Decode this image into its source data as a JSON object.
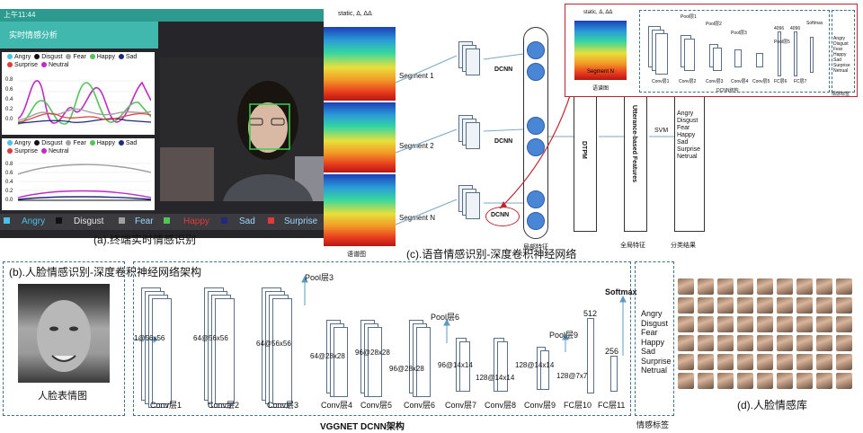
{
  "panel_a": {
    "status_time": "上午11:44",
    "app_title": "实时情感分析",
    "legend_top": [
      "Angry",
      "Disgust",
      "Fear",
      "Happy",
      "Sad",
      "Surprise",
      "Neutral"
    ],
    "legend_bottom": [
      "Angry",
      "Disgust",
      "Fear",
      "Happy",
      "Sad",
      "Surprise",
      "Neutral"
    ],
    "y_ticks_top": [
      "0.8",
      "0.6",
      "0.4",
      "0.2",
      "0.0"
    ],
    "y_ticks_bottom": [
      "0.8",
      "0.6",
      "0.4",
      "0.2",
      "0.0"
    ],
    "emotion_labels": [
      "Angry",
      "Disgust",
      "Fear",
      "Happy",
      "Sad",
      "Surprise"
    ],
    "caption": "(a).终端实时情感识别",
    "colors": {
      "Angry": "#4bc0e8",
      "Disgust": "#111111",
      "Fear": "#a0a0a0",
      "Happy": "#54c35a",
      "Sad": "#1f2a7a",
      "Surprise": "#e03a3a",
      "Neutral": "#c02ac8"
    }
  },
  "panel_c": {
    "spectrogram_top_label": "static, Δ, ΔΔ",
    "segments": [
      "Segment 1",
      "Segment 2",
      "Segment N"
    ],
    "dcnn_labels": [
      "DCNN",
      "DCNN",
      "DCNN"
    ],
    "spectrogram_caption": "语谱图",
    "local_feature_caption": "局部特征",
    "dtpm": "DTPM",
    "utterance": "Utterance-based Features",
    "svm": "SVM",
    "classes": [
      "Angry",
      "Disgust",
      "Fear",
      "Happy",
      "Sad",
      "Surprise",
      "Netrual"
    ],
    "global_feature": "全局特征",
    "classification_result": "分类结果",
    "inset": {
      "spec_top_label": "static, Δ, ΔΔ",
      "spec_inner_label": "Segment N",
      "spec_caption": "语谱图",
      "conv_labels": [
        "Conv层1",
        "Conv层2",
        "Conv层3",
        "Conv层4",
        "Conv层5",
        "FC层6",
        "FC层7"
      ],
      "pool_labels": [
        "Pool层1",
        "Pool层2",
        "Pool层3",
        "Pool层5"
      ],
      "fc_dims": [
        "4096",
        "4096"
      ],
      "softmax": "Softmax",
      "dcnn_struct": "DCNN结构",
      "classes": [
        "Angry",
        "Disgust",
        "Fear",
        "Happy",
        "Sad",
        "Surprise",
        "Netrual"
      ],
      "emotion_tag": "情感标签"
    },
    "caption": "(c).语音情感识别-深度卷积神经网络"
  },
  "panel_b": {
    "title": "(b).人脸情感识别-深度卷积神经网络架构",
    "face_caption": "人脸表情图",
    "input_size": "1@56x56",
    "map_sizes": [
      "64@56x56",
      "64@56x56",
      "64@28x28",
      "96@28x28",
      "96@28x28",
      "96@14x14",
      "128@14x14",
      "128@14x14",
      "128@7x7"
    ],
    "fc_dims": [
      "512",
      "256"
    ],
    "pool_labels": [
      "Pool层3",
      "Pool层6",
      "Pool层9"
    ],
    "softmax": "Softmax",
    "layer_labels": [
      "Conv层1",
      "Conv层2",
      "Conv层3",
      "Conv层4",
      "Conv层5",
      "Conv层6",
      "Conv层7",
      "Conv层8",
      "Conv层9",
      "FC层10",
      "FC层11"
    ],
    "arch_label": "VGGNET DCNN架构",
    "classes": [
      "Angry",
      "Disgust",
      "Fear",
      "Happy",
      "Sad",
      "Surprise",
      "Netrual"
    ],
    "emotion_tag": "情感标签"
  },
  "panel_d": {
    "caption": "(d).人脸情感库"
  }
}
